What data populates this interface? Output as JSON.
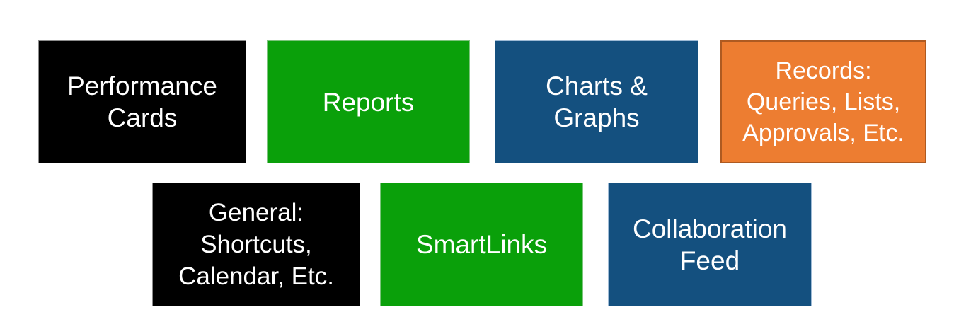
{
  "background": "#FFFFFF",
  "text_color": "#FFFFFF",
  "colors": {
    "black": "#000000",
    "black_border": "#8C8C8C",
    "green": "#0AA00A",
    "green_border": "#7CC47C",
    "blue": "#14507F",
    "blue_border": "#9FBBD6",
    "orange": "#ED7D31",
    "orange_border": "#AE5A21"
  },
  "boxes": [
    {
      "name": "performance-cards",
      "fill": "#000000",
      "border": "#8C8C8C",
      "lines": [
        "Performance",
        "Cards"
      ]
    },
    {
      "name": "reports",
      "fill": "#0AA00A",
      "border": "#7CC47C",
      "lines": [
        "Reports"
      ]
    },
    {
      "name": "charts-graphs",
      "fill": "#14507F",
      "border": "#9FBBD6",
      "lines": [
        "Charts &",
        "Graphs"
      ]
    },
    {
      "name": "records",
      "fill": "#ED7D31",
      "border": "#AE5A21",
      "lines": [
        "Records:",
        "Queries, Lists,",
        "Approvals, Etc."
      ]
    },
    {
      "name": "general",
      "fill": "#000000",
      "border": "#8C8C8C",
      "lines": [
        "General:",
        "Shortcuts,",
        "Calendar, Etc."
      ]
    },
    {
      "name": "smartlinks",
      "fill": "#0AA00A",
      "border": "#7CC47C",
      "lines": [
        "SmartLinks"
      ]
    },
    {
      "name": "collaboration-feed",
      "fill": "#14507F",
      "border": "#9FBBD6",
      "lines": [
        "Collaboration",
        "Feed"
      ]
    }
  ]
}
